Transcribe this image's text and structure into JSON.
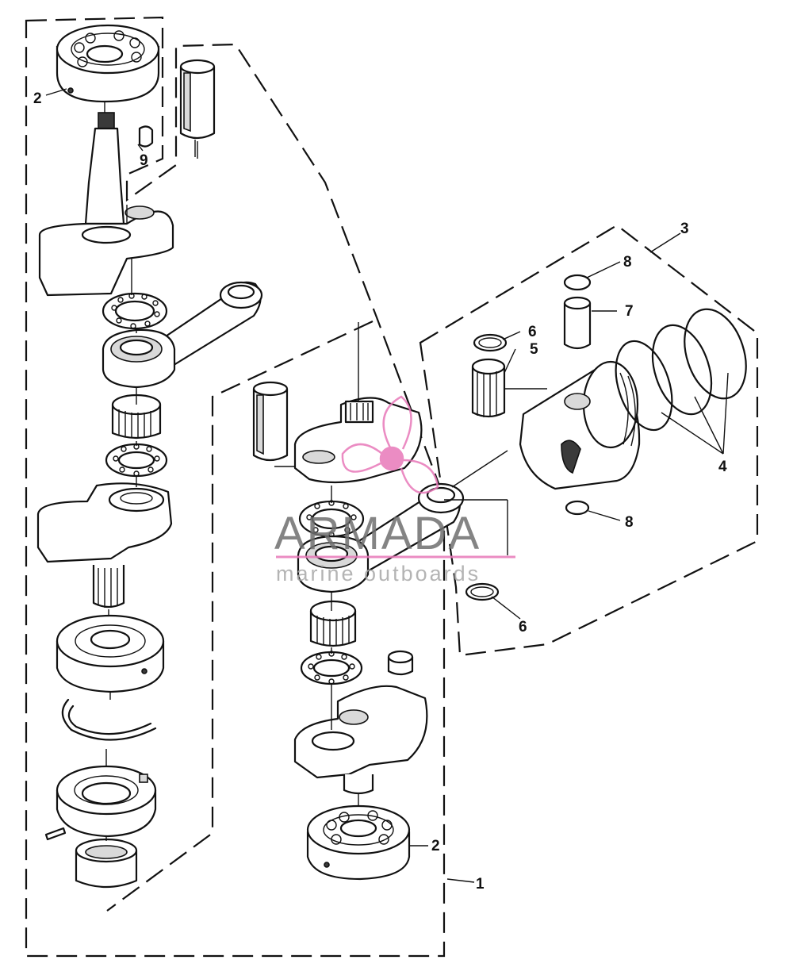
{
  "diagram": {
    "callouts": {
      "c1": "1",
      "c2a": "2",
      "c2b": "2",
      "c3": "3",
      "c4": "4",
      "c5": "5",
      "c6a": "6",
      "c6b": "6",
      "c7": "7",
      "c8a": "8",
      "c8b": "8",
      "c9": "9"
    },
    "parts": [
      "ball-bearing",
      "crankshaft-upper",
      "woodruff-key",
      "crankpin",
      "thrust-washer",
      "connecting-rod",
      "needle-bearing",
      "crankshaft-center",
      "ball-bearing-center",
      "retaining-ring",
      "bearing-carrier",
      "dowel-pin",
      "sleeve",
      "crankshaft-lower",
      "piston",
      "piston-rings",
      "piston-pin",
      "piston-pin-lockring",
      "piston-pin-needle-bearing",
      "locating-washer"
    ]
  },
  "watermark": {
    "brand": "ARMADA",
    "tagline": "marine outboards",
    "color": "#e879b9"
  }
}
